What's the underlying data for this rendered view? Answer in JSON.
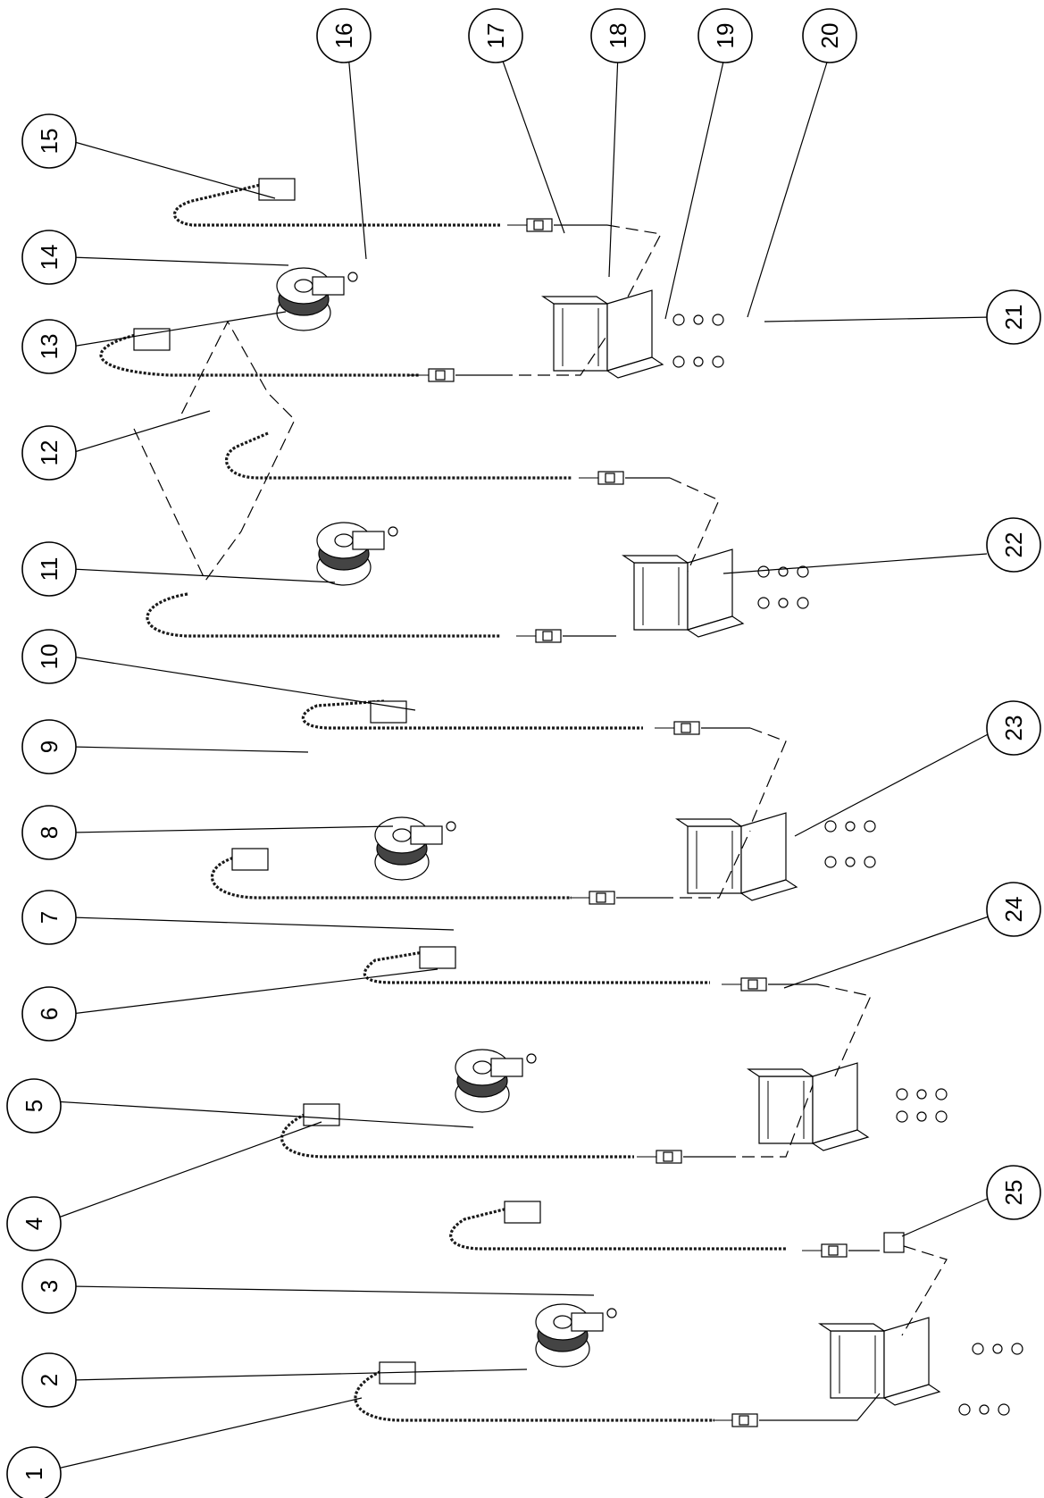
{
  "callouts": [
    "1",
    "2",
    "3",
    "4",
    "5",
    "6",
    "7",
    "8",
    "9",
    "10",
    "11",
    "12",
    "13",
    "14",
    "15",
    "16",
    "17",
    "18",
    "19",
    "20",
    "21",
    "22",
    "23",
    "24",
    "25"
  ]
}
